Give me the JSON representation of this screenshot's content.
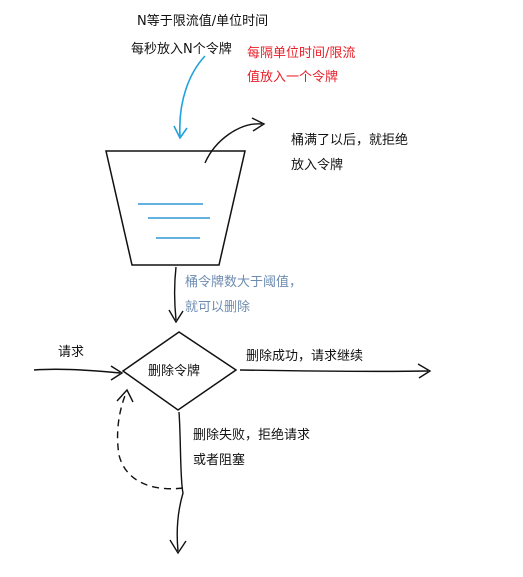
{
  "rate_rule": {
    "line1": "N等于限流值/单位时间",
    "line2": "每秒放入N个令牌"
  },
  "refill_note": {
    "line1": "每隔单位时间/限流",
    "line2": "值放入一个令牌"
  },
  "overflow_note": {
    "line1": "桶满了以后，就拒绝",
    "line2": "放入令牌"
  },
  "threshold_note": {
    "line1": "桶令牌数大于阈值，",
    "line2": "就可以删除"
  },
  "request_label": "请求",
  "decision_label": "删除令牌",
  "success_label": "删除成功，请求继续",
  "failure_note": {
    "line1": "删除失败，拒绝请求",
    "line2": "或者阻塞"
  },
  "colors": {
    "ink": "#111111",
    "red_text": "#e8202a",
    "blue_arrow": "#1fa2dc",
    "token_lines": "#2f97d6",
    "steel_text": "#6d8cb0"
  }
}
